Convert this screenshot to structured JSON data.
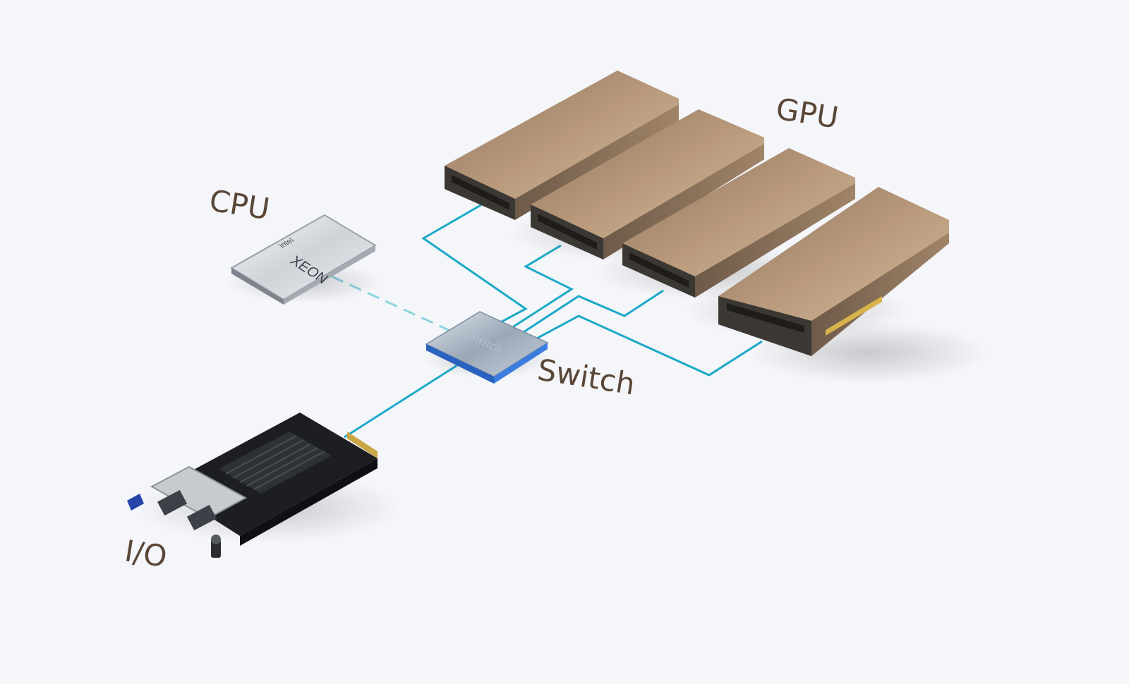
{
  "labels": {
    "gpu": "GPU",
    "cpu": "CPU",
    "switch": "Switch",
    "io": "I/O"
  },
  "chips": {
    "cpu_brand": "intel",
    "cpu_model": "XEON",
    "switch_engraving": "Switch"
  },
  "colors": {
    "background": "#f4f6f9",
    "connector": "#1ba9c7",
    "connector_dashed": "#8dd3df",
    "label_text": "#5a4636",
    "gpu_body": "#b89a7c",
    "switch_glow": "#2f7fd8"
  },
  "icons": [
    "gpu-card-icon",
    "cpu-chip-icon",
    "switch-chip-icon",
    "io-card-icon"
  ]
}
